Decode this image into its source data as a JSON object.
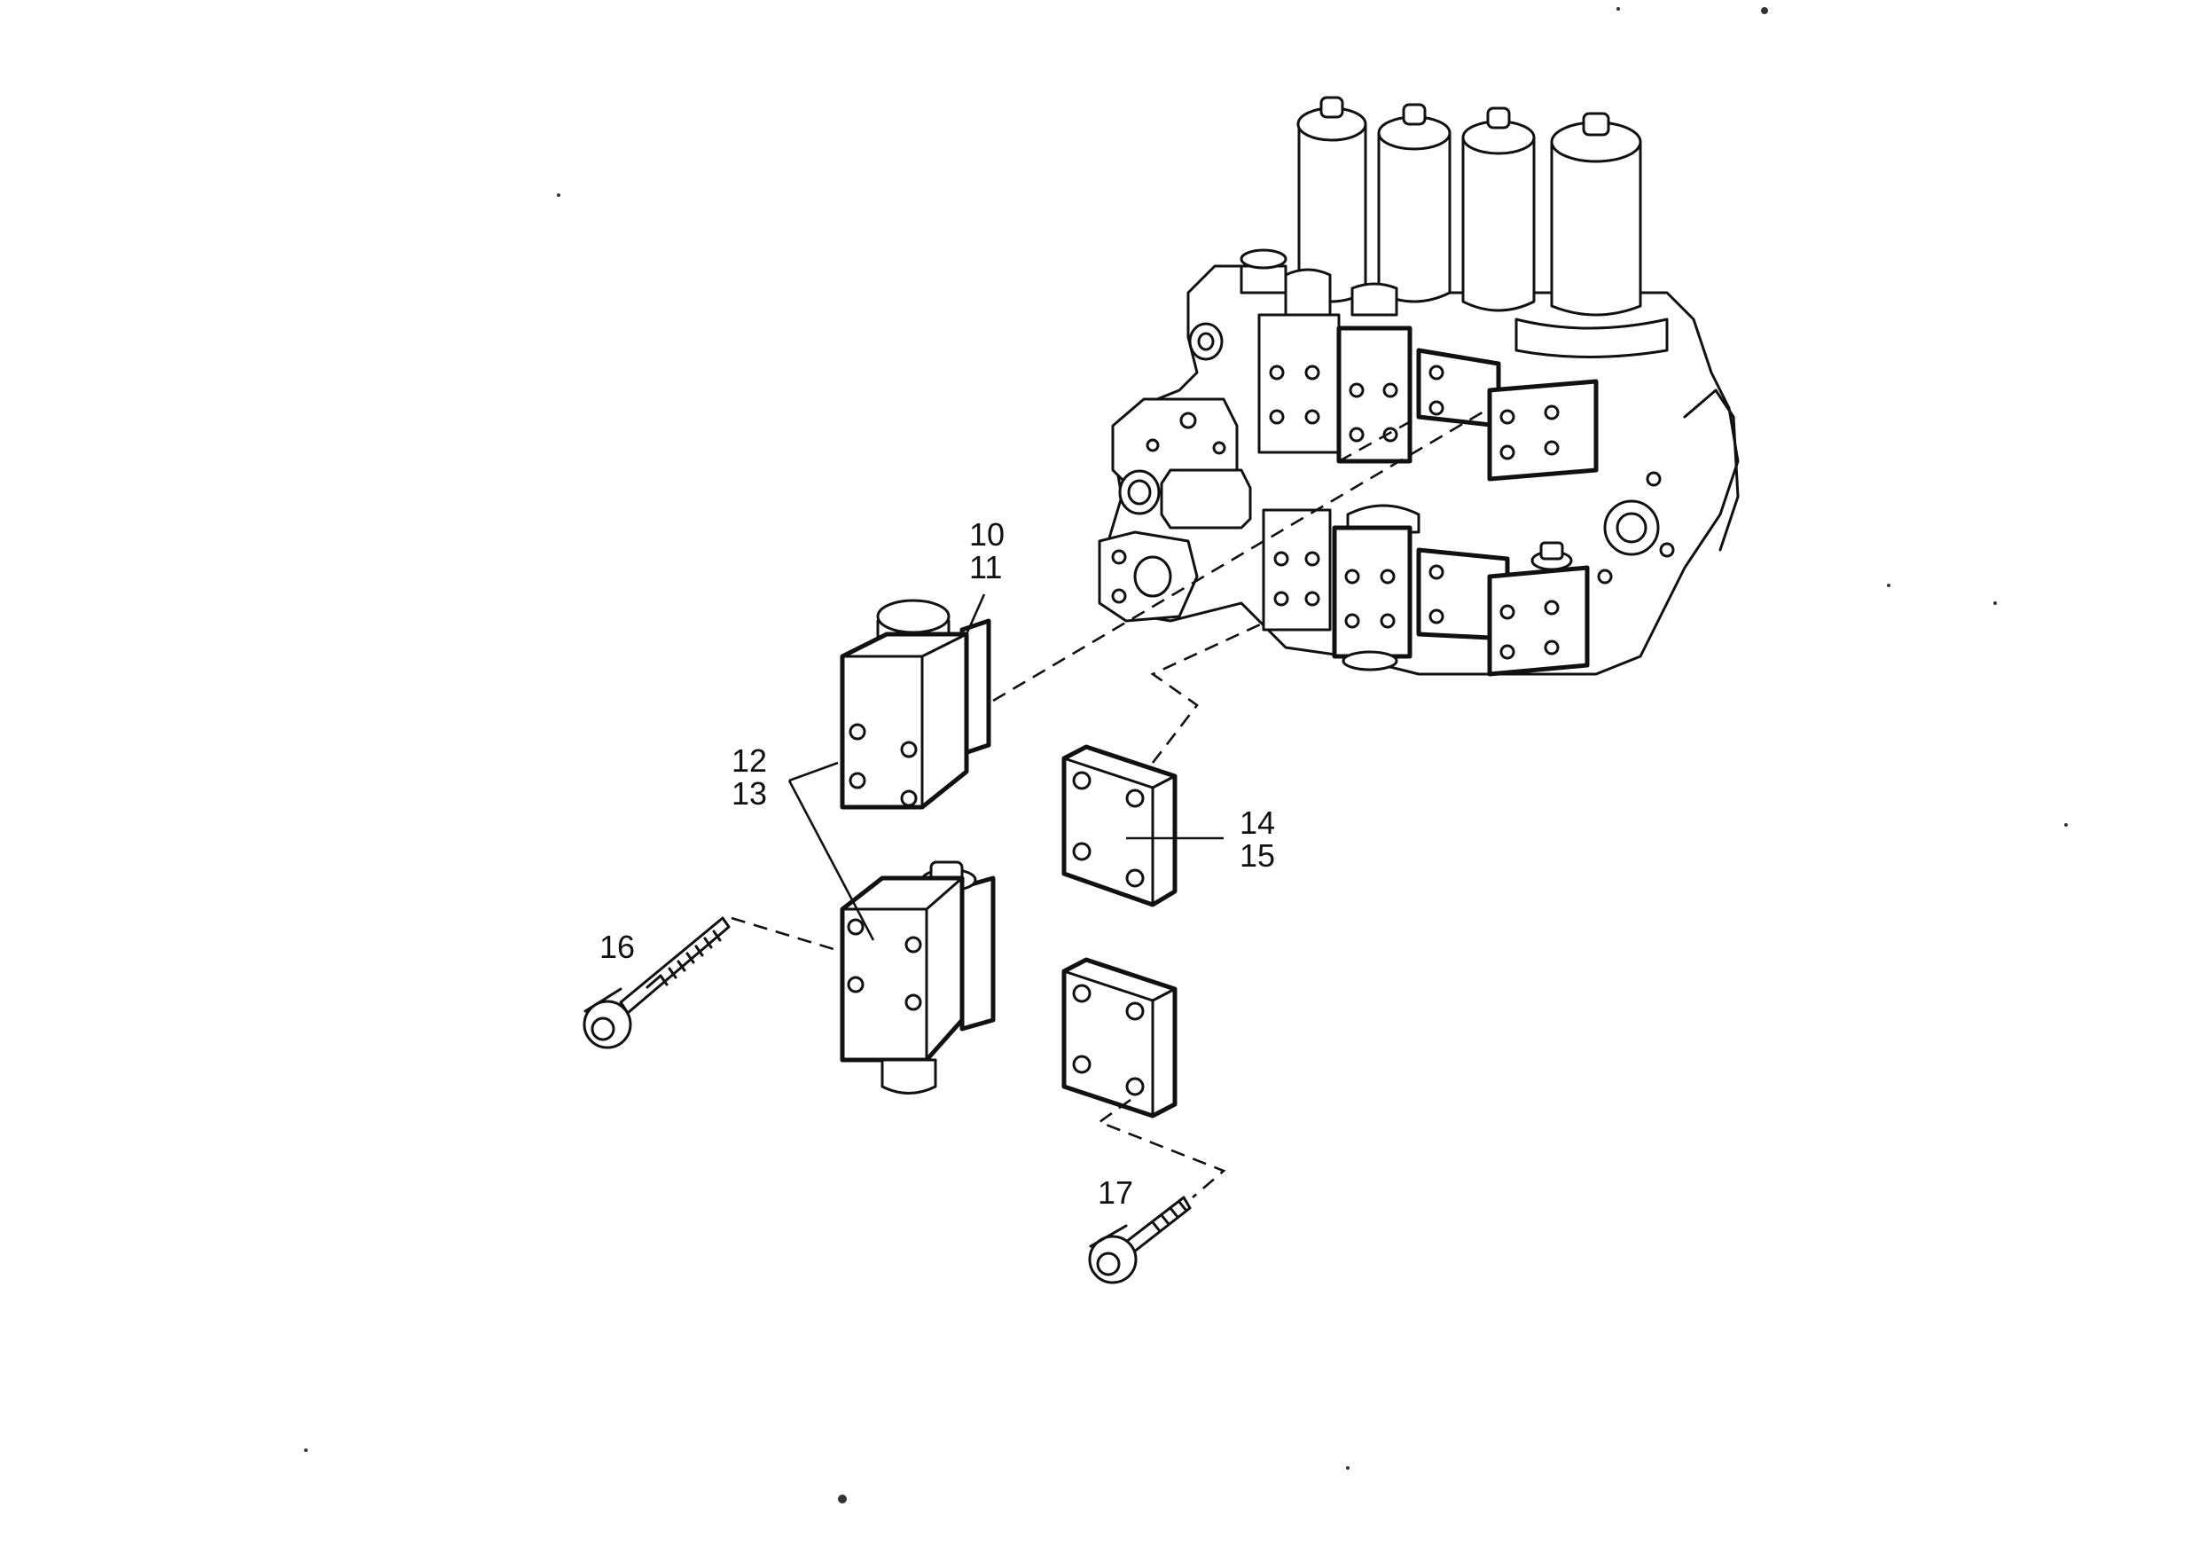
{
  "callouts": [
    {
      "id": "c10",
      "text": "10"
    },
    {
      "id": "c11",
      "text": "11"
    },
    {
      "id": "c12",
      "text": "12"
    },
    {
      "id": "c13",
      "text": "13"
    },
    {
      "id": "c14",
      "text": "14"
    },
    {
      "id": "c15",
      "text": "15"
    },
    {
      "id": "c16",
      "text": "16"
    },
    {
      "id": "c17",
      "text": "17"
    }
  ]
}
